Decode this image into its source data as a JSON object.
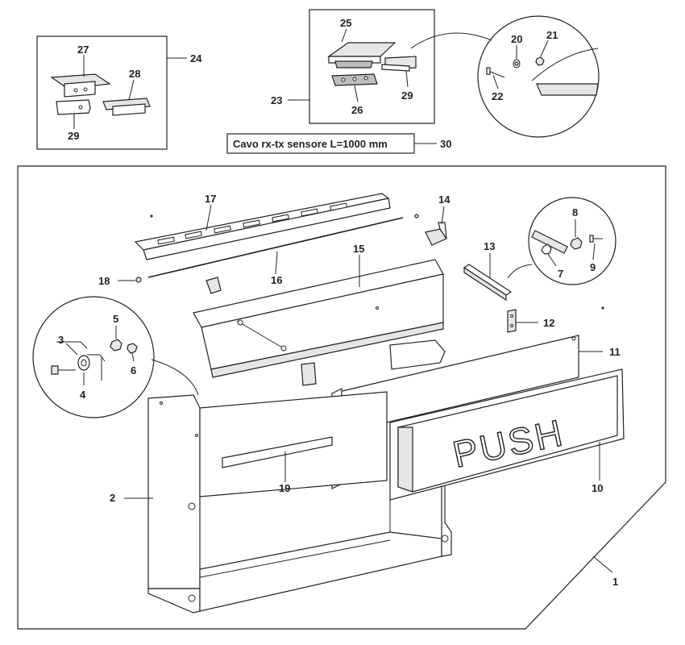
{
  "cable_label": "Cavo rx-tx sensore L=1000 mm",
  "push_text": "PUSH",
  "callouts": {
    "c1": "1",
    "c2": "2",
    "c3": "3",
    "c4": "4",
    "c5": "5",
    "c6": "6",
    "c7": "7",
    "c8": "8",
    "c9": "9",
    "c10": "10",
    "c11": "11",
    "c12": "12",
    "c13": "13",
    "c14": "14",
    "c15": "15",
    "c16": "16",
    "c17": "17",
    "c18": "18",
    "c19": "19",
    "c20": "20",
    "c21": "21",
    "c22": "22",
    "c23": "23",
    "c24": "24",
    "c25": "25",
    "c26": "26",
    "c27": "27",
    "c28": "28",
    "c29a": "29",
    "c29b": "29",
    "c30": "30"
  }
}
